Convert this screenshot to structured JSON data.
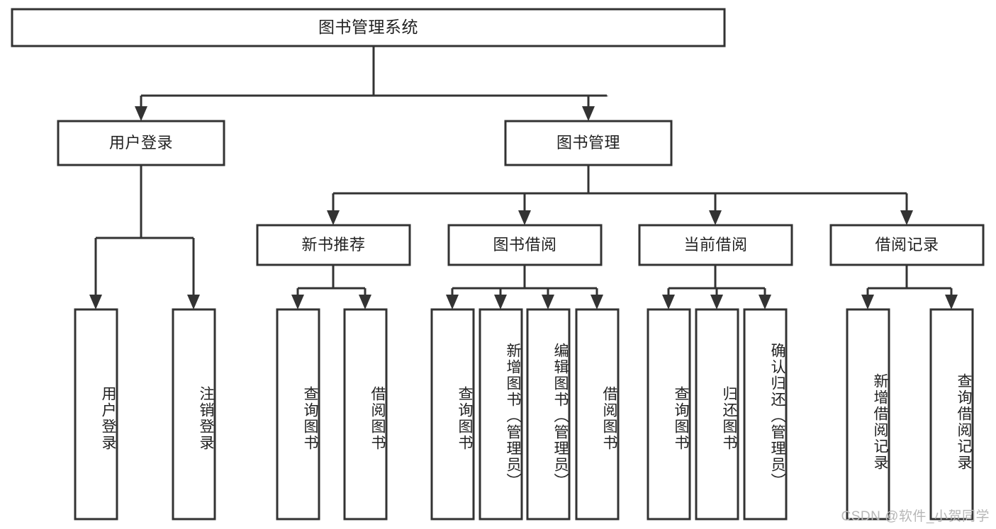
{
  "diagram": {
    "title": "图书管理系统",
    "type": "tree-hierarchy-chart",
    "root": {
      "id": "root",
      "label": "图书管理系统",
      "orientation": "horizontal"
    },
    "level2": [
      {
        "id": "user-login",
        "label": "用户登录",
        "orientation": "horizontal"
      },
      {
        "id": "book-manage",
        "label": "图书管理",
        "orientation": "horizontal"
      }
    ],
    "level3": [
      {
        "id": "new-book-recommend",
        "label": "新书推荐",
        "orientation": "horizontal",
        "parent": "book-manage"
      },
      {
        "id": "book-borrow",
        "label": "图书借阅",
        "orientation": "horizontal",
        "parent": "book-manage"
      },
      {
        "id": "current-borrow",
        "label": "当前借阅",
        "orientation": "horizontal",
        "parent": "book-manage"
      },
      {
        "id": "borrow-record",
        "label": "借阅记录",
        "orientation": "horizontal",
        "parent": "book-manage"
      }
    ],
    "leaves": [
      {
        "id": "leaf-user-login",
        "label": "用户登录",
        "orientation": "vertical",
        "parent": "user-login"
      },
      {
        "id": "leaf-user-logout",
        "label": "注销登录",
        "orientation": "vertical",
        "parent": "user-login"
      },
      {
        "id": "leaf-query-book-1",
        "label": "查询图书",
        "orientation": "vertical",
        "parent": "new-book-recommend"
      },
      {
        "id": "leaf-borrow-book-1",
        "label": "借阅图书",
        "orientation": "vertical",
        "parent": "new-book-recommend"
      },
      {
        "id": "leaf-query-book-2",
        "label": "查询图书",
        "orientation": "vertical",
        "parent": "book-borrow"
      },
      {
        "id": "leaf-add-book",
        "label": "新增图书（管理员）",
        "orientation": "vertical",
        "parent": "book-borrow"
      },
      {
        "id": "leaf-edit-book",
        "label": "编辑图书（管理员）",
        "orientation": "vertical",
        "parent": "book-borrow"
      },
      {
        "id": "leaf-borrow-book-2",
        "label": "借阅图书",
        "orientation": "vertical",
        "parent": "book-borrow"
      },
      {
        "id": "leaf-query-book-3",
        "label": "查询图书",
        "orientation": "vertical",
        "parent": "current-borrow"
      },
      {
        "id": "leaf-return-book",
        "label": "归还图书",
        "orientation": "vertical",
        "parent": "current-borrow"
      },
      {
        "id": "leaf-confirm-return",
        "label": "确认归还（管理员）",
        "orientation": "vertical",
        "parent": "current-borrow"
      },
      {
        "id": "leaf-add-record",
        "label": "新增借阅记录",
        "orientation": "vertical",
        "parent": "borrow-record"
      },
      {
        "id": "leaf-query-record",
        "label": "查询借阅记录",
        "orientation": "vertical",
        "parent": "borrow-record"
      }
    ],
    "colors": {
      "box_fill": "#ffffff",
      "box_stroke": "#333333",
      "text": "#222222",
      "background": "#ffffff",
      "watermark": "#b7b7b7"
    }
  },
  "watermark": {
    "text": "CSDN @软件_小贺同学"
  }
}
